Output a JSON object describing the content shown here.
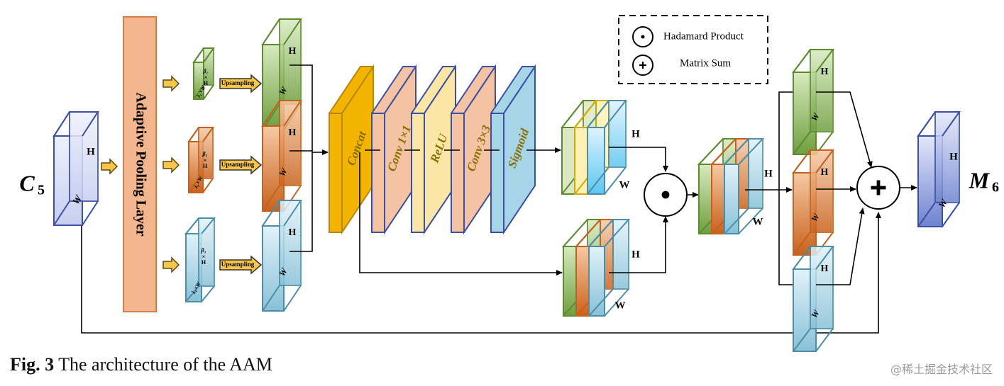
{
  "colors": {
    "blue": "#3a4fa5",
    "blue_fill": "#d6ddf5",
    "green": "#5e8a30",
    "green_fill": "#8fba5d",
    "orange": "#c4611f",
    "orange_fill": "#e58440",
    "teal": "#4b8ea6",
    "teal_fill": "#a6d4e6",
    "yellow": "#f3b400",
    "salmon": "#f4c3a3",
    "light_yellow": "#fbe6a6",
    "sky": "#a7d5e8",
    "arrow_fill": "#f6c54a"
  },
  "diagram": {
    "input_label_main": "C",
    "input_label_sub": "5",
    "output_label_main": "M",
    "output_label_sub": "6",
    "dim_h": "H",
    "dim_w": "W",
    "pooling_layer": "Adaptive Pooling Layer",
    "upsampling": "Upsampling",
    "pool_labels": [
      {
        "top": "β₁",
        "mid": "×",
        "bottom": "H",
        "side": "λ₁×W"
      },
      {
        "top": "β₂",
        "mid": "×",
        "bottom": "H",
        "side": "λ₂×W"
      },
      {
        "top": "β₃",
        "mid": "×",
        "bottom": "H",
        "side": "λ₃×W"
      }
    ],
    "blocks": [
      "Concat",
      "Conv 1×1",
      "ReLU",
      "Conv 3×3",
      "Sigmoid"
    ],
    "legend": {
      "hadamard_label": "Hadamard Product",
      "sum_label": "Matrix Sum"
    }
  },
  "caption": {
    "bold": "Fig. 3",
    "rest": " The architecture of the AAM"
  },
  "watermark": "@稀土掘金技术社区",
  "icons": {
    "hadamard": "circle-dot-icon",
    "sum": "circle-plus-icon"
  }
}
